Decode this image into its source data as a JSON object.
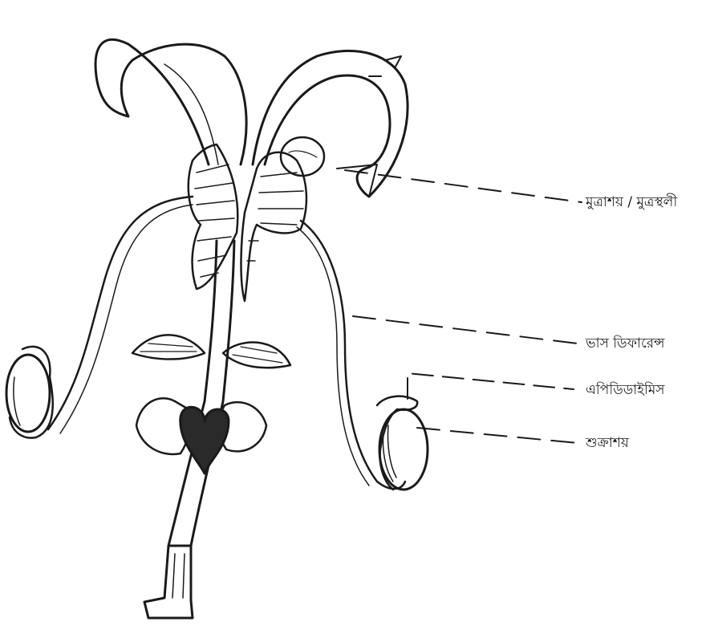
{
  "diagram": {
    "labels": {
      "bladder": "মুত্রাশয় / মুত্রস্থলী",
      "vas_deferens": "ভাস ডিফারেন্স",
      "epididymis": "এপিডিডাইমিস",
      "testis": "শুক্রাশয়"
    }
  },
  "colors": {
    "ink": "#1a1a1a",
    "background": "#ffffff"
  }
}
